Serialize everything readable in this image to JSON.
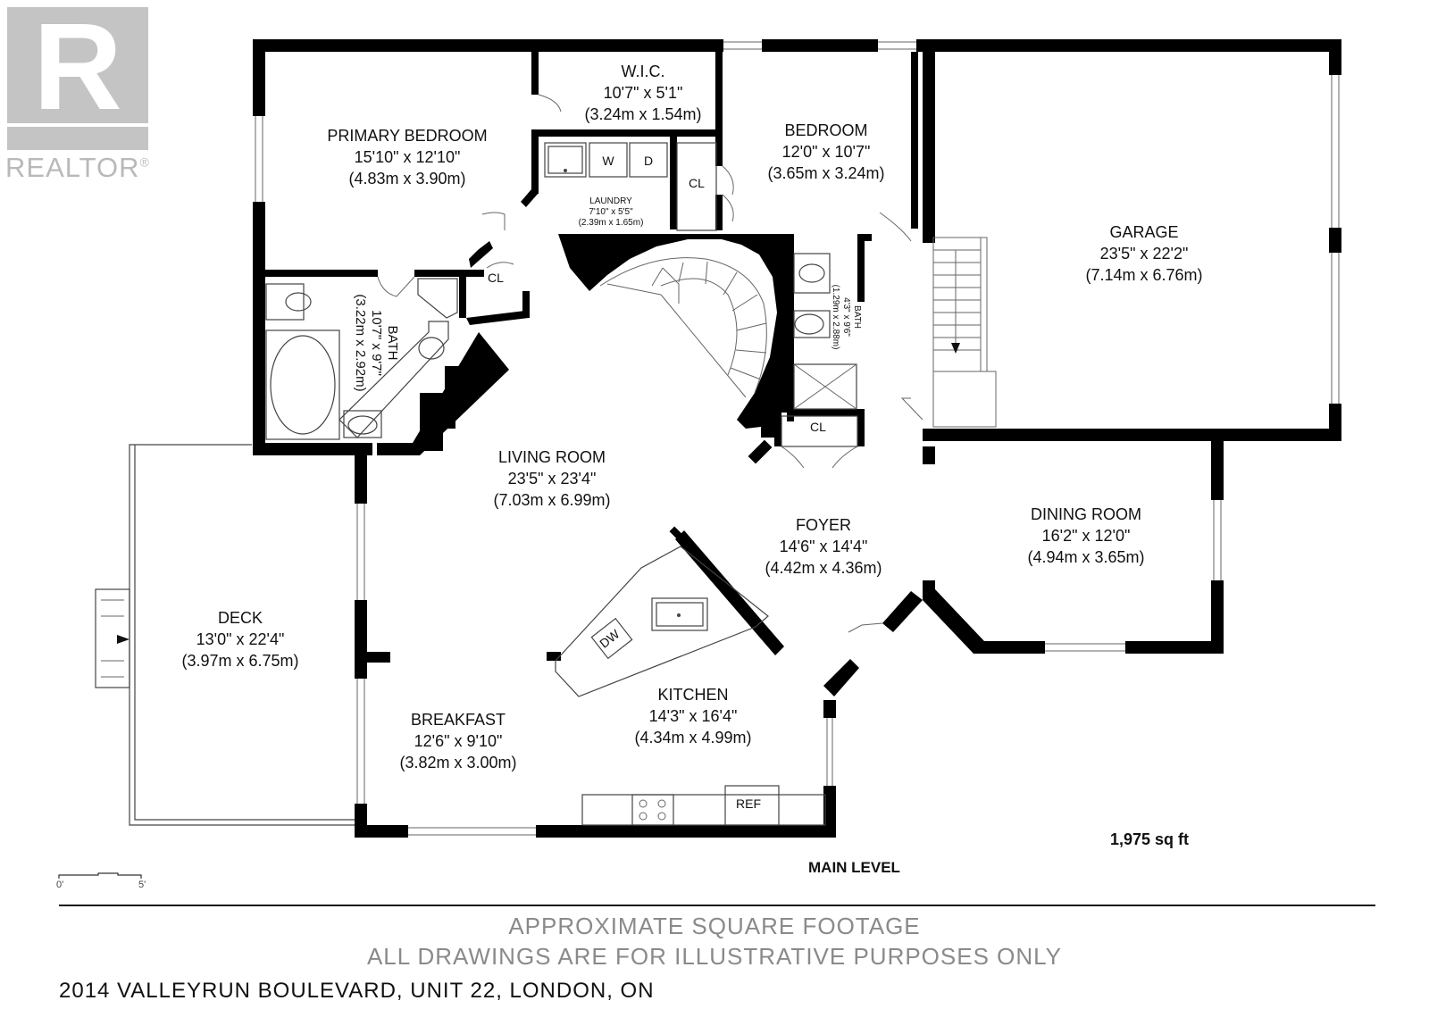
{
  "brand": {
    "name": "REALTOR",
    "mark": "®",
    "logo_letter": "R"
  },
  "rooms": {
    "primary_bedroom": {
      "name": "PRIMARY BEDROOM",
      "imperial": "15'10\" x 12'10\"",
      "metric": "(4.83m x 3.90m)"
    },
    "wic": {
      "name": "W.I.C.",
      "imperial": "10'7\" x 5'1\"",
      "metric": "(3.24m x 1.54m)"
    },
    "bedroom": {
      "name": "BEDROOM",
      "imperial": "12'0\" x 10'7\"",
      "metric": "(3.65m x 3.24m)"
    },
    "garage": {
      "name": "GARAGE",
      "imperial": "23'5\" x 22'2\"",
      "metric": "(7.14m x 6.76m)"
    },
    "laundry": {
      "name": "LAUNDRY",
      "imperial": "7'10\" x 5'5\"",
      "metric": "(2.39m x 1.65m)"
    },
    "bath_primary": {
      "name": "BATH",
      "imperial": "10'7\" x 9'7\"",
      "metric": "(3.22m x 2.92m)"
    },
    "bath_small": {
      "name": "BATH",
      "imperial": "4'3\" x 9'6\"",
      "metric": "(1.29m x 2.88m)"
    },
    "living_room": {
      "name": "LIVING ROOM",
      "imperial": "23'5\" x 23'4\"",
      "metric": "(7.03m x 6.99m)"
    },
    "foyer": {
      "name": "FOYER",
      "imperial": "14'6\" x 14'4\"",
      "metric": "(4.42m x 4.36m)"
    },
    "dining_room": {
      "name": "DINING ROOM",
      "imperial": "16'2\" x 12'0\"",
      "metric": "(4.94m x 3.65m)"
    },
    "deck": {
      "name": "DECK",
      "imperial": "13'0\" x 22'4\"",
      "metric": "(3.97m x 6.75m)"
    },
    "breakfast": {
      "name": "BREAKFAST",
      "imperial": "12'6\" x 9'10\"",
      "metric": "(3.82m x 3.00m)"
    },
    "kitchen": {
      "name": "KITCHEN",
      "imperial": "14'3\" x 16'4\"",
      "metric": "(4.34m x 4.99m)"
    }
  },
  "fixtures": {
    "washer": "W",
    "dryer": "D",
    "closet": "CL",
    "dishwasher": "DW",
    "refrigerator": "REF"
  },
  "area": "1,975 sq ft",
  "level": "MAIN LEVEL",
  "scale": {
    "start": "0'",
    "end": "5'"
  },
  "disclaimer": {
    "line1": "APPROXIMATE SQUARE FOOTAGE",
    "line2": "ALL DRAWINGS ARE FOR ILLUSTRATIVE PURPOSES ONLY"
  },
  "address": "2014 VALLEYRUN BOULEVARD, UNIT 22, LONDON, ON"
}
